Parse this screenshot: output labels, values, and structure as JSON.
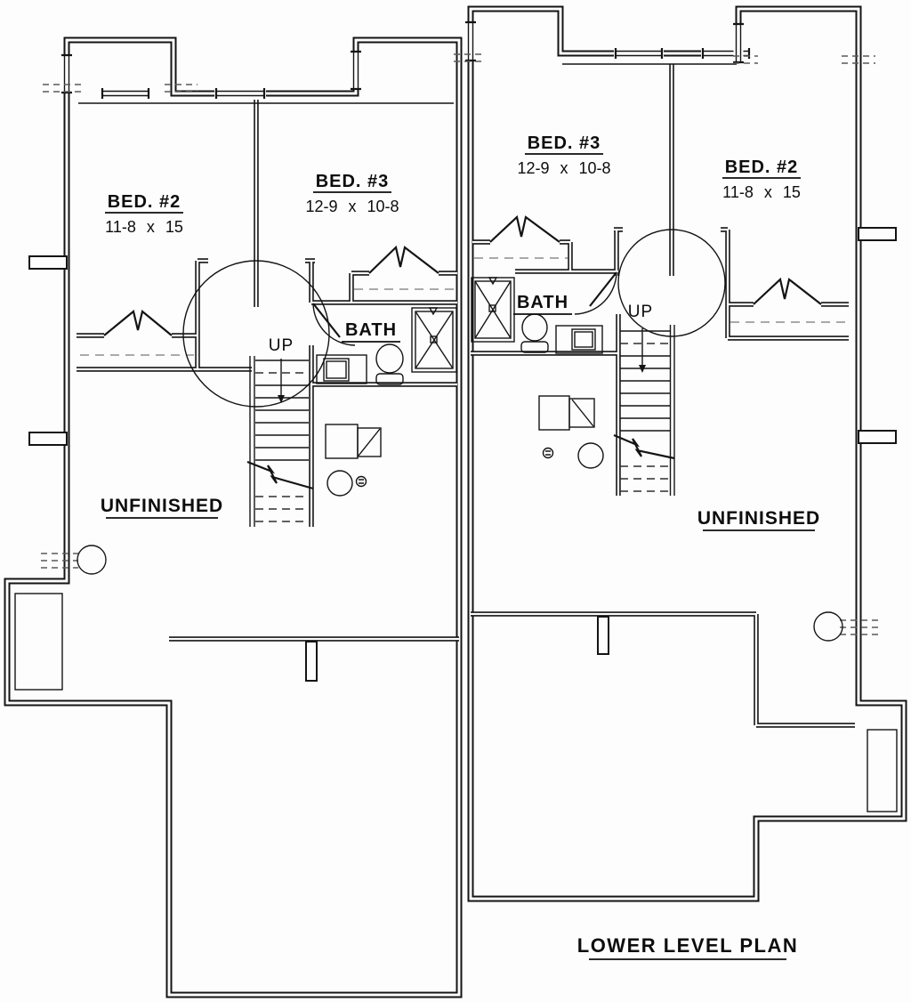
{
  "title": {
    "text": "LOWER LEVEL PLAN"
  },
  "colors": {
    "ink": "#141414",
    "paper": "#fdfdfd",
    "shelf_dash": "#8d8d8d"
  },
  "units": {
    "left": {
      "bed2": {
        "label": "BED. #2",
        "dims": "11-8 x 15"
      },
      "bed3": {
        "label": "BED. #3",
        "dims": "12-9 x 10-8"
      },
      "bath_label": "BATH",
      "up_label": "UP",
      "unfinished_label": "UNFINISHED"
    },
    "right": {
      "bed3": {
        "label": "BED. #3",
        "dims": "12-9 x 10-8"
      },
      "bed2": {
        "label": "BED. #2",
        "dims": "11-8 x 15"
      },
      "bath_label": "BATH",
      "up_label": "UP",
      "unfinished_label": "UNFINISHED"
    }
  }
}
